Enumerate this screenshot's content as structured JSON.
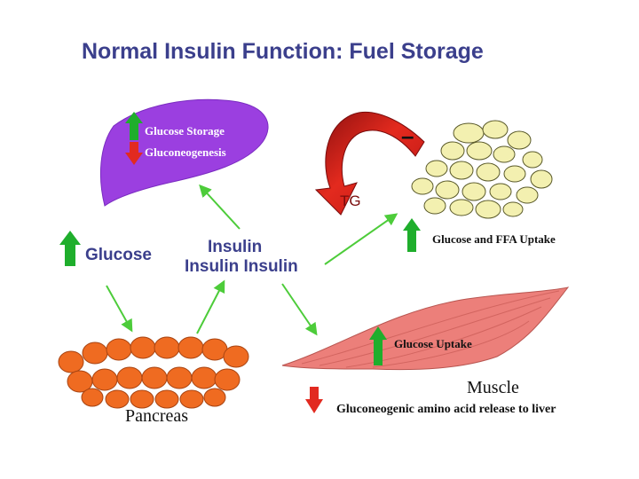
{
  "title": "Normal Insulin Function:  Fuel Storage",
  "liver": {
    "up_label": "Glucose Storage",
    "down_label": "Gluconeogenesis"
  },
  "glucose": {
    "label": "Glucose"
  },
  "insulin": {
    "line1": "Insulin",
    "line2": "Insulin  Insulin"
  },
  "adipose": {
    "arrow_label": "TG",
    "minus_sign": "–",
    "uptake_label": "Glucose  and FFA Uptake"
  },
  "muscle": {
    "uptake_label": "Glucose Uptake",
    "name": "Muscle",
    "release_label": "Gluconeogenic amino acid release to liver"
  },
  "pancreas": {
    "name": "Pancreas"
  },
  "colors": {
    "title_blue": "#3b3f8c",
    "up_arrow_green": "#1fae2c",
    "down_arrow_red": "#e22a20",
    "liver_purple": "#9b3fe0",
    "fat_yellow": "#f3f0b0",
    "muscle_pink": "#ec7f7a",
    "pancreas_orange": "#ef6b21",
    "connector_green": "#4dcc3a"
  }
}
